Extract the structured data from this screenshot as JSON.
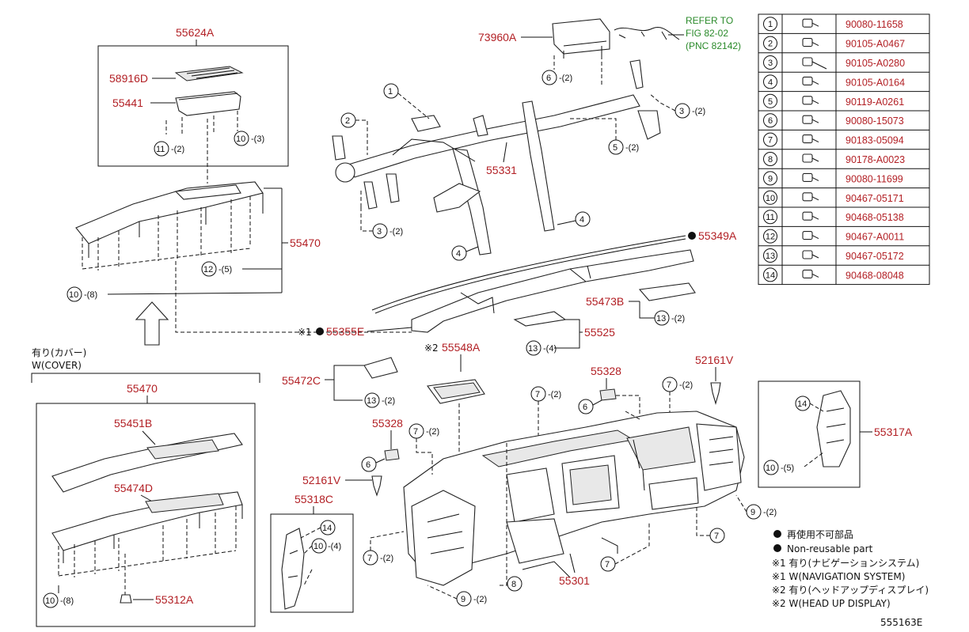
{
  "diagram_code": "555163E",
  "parts": {
    "p55624A": "55624A",
    "p58916D": "58916D",
    "p55441": "55441",
    "p55470_top": "55470",
    "p73960A": "73960A",
    "p55331": "55331",
    "p55349A": "55349A",
    "p55355E": "55355E",
    "p55473B": "55473B",
    "p55525": "55525",
    "p55548A": "55548A",
    "p55472C": "55472C",
    "p55328a": "55328",
    "p55328b": "55328",
    "p52161Va": "52161V",
    "p52161Vb": "52161V",
    "p55317A": "55317A",
    "p55470_cover": "55470",
    "p55451B": "55451B",
    "p55474D": "55474D",
    "p55312A": "55312A",
    "p55318C": "55318C",
    "p55301": "55301"
  },
  "callouts": {
    "c11_2": "-(2)",
    "c10_3": "-(3)",
    "c12_5": "-(5)",
    "c10_8": "-(8)",
    "c6_2": "-(2)",
    "c3_2a": "-(2)",
    "c5_2": "-(2)",
    "c3_2b": "-(2)",
    "c13_2a": "-(2)",
    "c13_4": "-(4)",
    "c13_2b": "-(2)",
    "c7_2a": "-(2)",
    "c7_2b": "-(2)",
    "c7_2c": "-(2)",
    "c10_5": "-(5)",
    "c9_2a": "-(2)",
    "c7_2d": "-(2)",
    "c9_2b": "-(2)",
    "c10_4": "-(4)",
    "c10_8b": "-(8)"
  },
  "nums": {
    "n1": "1",
    "n2": "2",
    "n3": "3",
    "n4": "4",
    "n5": "5",
    "n6": "6",
    "n7": "7",
    "n8": "8",
    "n9": "9",
    "n10": "10",
    "n11": "11",
    "n12": "12",
    "n13": "13",
    "n14": "14"
  },
  "refer": {
    "line1": "REFER TO",
    "line2": "FIG 82-02",
    "line3": "(PNC 82142)"
  },
  "marks": {
    "m1": "※1",
    "m2": "※2"
  },
  "cover": {
    "ja": "有り(カバー)",
    "en": "W(COVER)"
  },
  "legend": {
    "dot_ja": "再使用不可部品",
    "dot_en": "Non-reusable part",
    "s1_ja": "※1 有り(ナビゲーションシステム)",
    "s1_en": "※1 W(NAVIGATION SYSTEM)",
    "s2_ja": "※2 有り(ヘッドアップディスプレイ)",
    "s2_en": "※2 W(HEAD UP DISPLAY)"
  },
  "table": [
    {
      "no": "1",
      "part": "90080-11658"
    },
    {
      "no": "2",
      "part": "90105-A0467"
    },
    {
      "no": "3",
      "part": "90105-A0280"
    },
    {
      "no": "4",
      "part": "90105-A0164"
    },
    {
      "no": "5",
      "part": "90119-A0261"
    },
    {
      "no": "6",
      "part": "90080-15073"
    },
    {
      "no": "7",
      "part": "90183-05094"
    },
    {
      "no": "8",
      "part": "90178-A0023"
    },
    {
      "no": "9",
      "part": "90080-11699"
    },
    {
      "no": "10",
      "part": "90467-05171"
    },
    {
      "no": "11",
      "part": "90468-05138"
    },
    {
      "no": "12",
      "part": "90467-A0011"
    },
    {
      "no": "13",
      "part": "90467-05172"
    },
    {
      "no": "14",
      "part": "90468-08048"
    }
  ],
  "colors": {
    "part_number": "#b21f24",
    "reference": "#2a8a2a",
    "line": "#111111"
  }
}
